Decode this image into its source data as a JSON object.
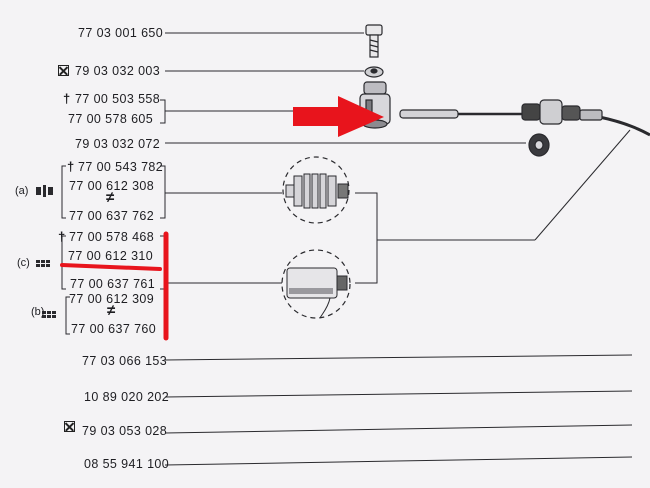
{
  "part_numbers": {
    "screw": "77 03 001 650",
    "washer": "79 03 032 003",
    "housing_a": "77 00 503 558",
    "housing_b": "77 00 578 605",
    "grommet": "79 03 032 072",
    "variant_a_1": "77 00 543 782",
    "variant_a_2": "77 00 612 308",
    "variant_a_3": "77 00 637 762",
    "variant_c_1": "77 00 578 468",
    "variant_c_2": "77 00 612 310",
    "variant_c_3": "77 00 637 761",
    "variant_b_1": "77 00 612 309",
    "variant_b_2": "77 00 637 760",
    "lower_1": "77 03 066 153",
    "lower_2": "10 89 020 202",
    "lower_3": "79 03 053 028",
    "lower_4": "08 55 941 100"
  },
  "symbols": {
    "dagger": "†",
    "not_equal": "≠"
  },
  "variant_labels": {
    "a": "(a)",
    "c": "(c)",
    "b": "(b)"
  },
  "colors": {
    "paper": "#f4f3f5",
    "ink": "#1e1e22",
    "highlight": "#e8141c"
  },
  "icons": [
    "cross-box-icon",
    "bellows-detail-icon",
    "sleeve-detail-icon",
    "red-arrow-icon"
  ]
}
